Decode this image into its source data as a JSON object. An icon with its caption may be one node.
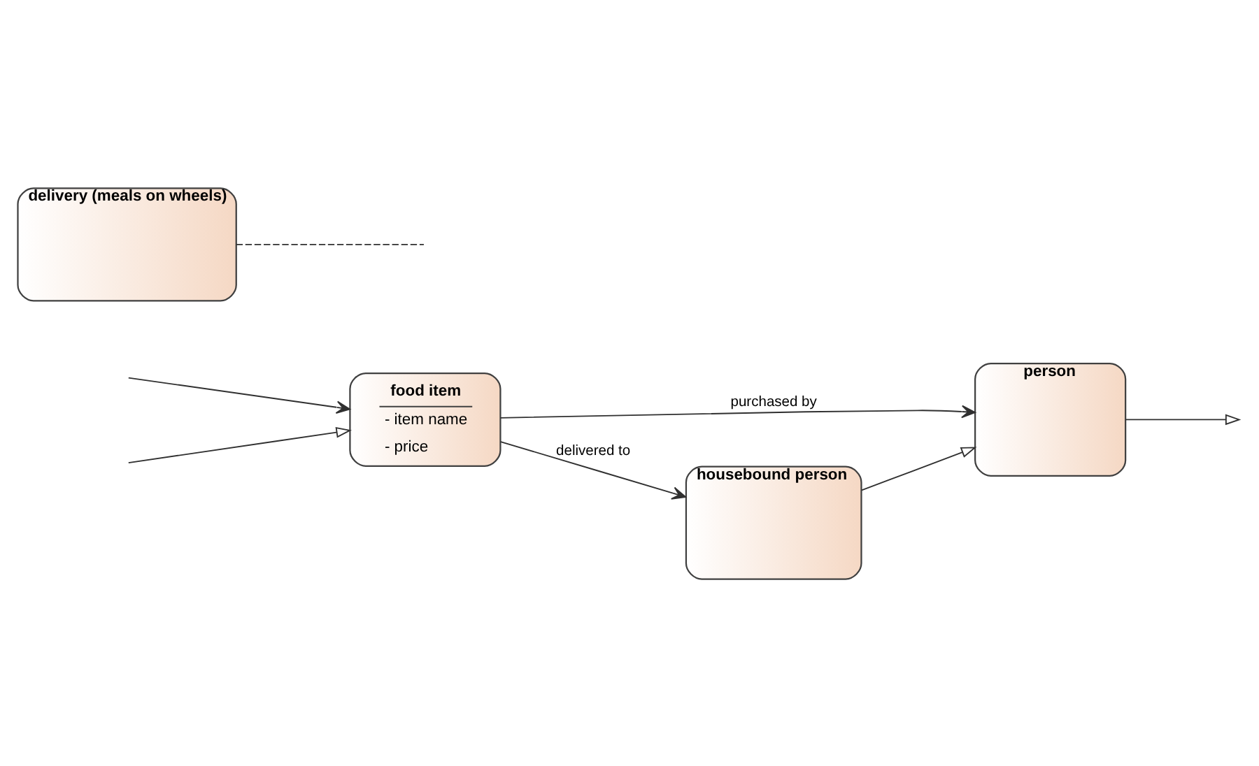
{
  "diagram": {
    "nodes": [
      {
        "text": [
          "food item",
          "- item name",
          "- price"
        ]
      },
      {
        "text": [
          "person"
        ]
      },
      {
        "text": [
          "housebound person"
        ]
      },
      {
        "text": [
          "delivery (meals on wheels)"
        ]
      }
    ],
    "edges": [
      {
        "from": null,
        "to": 0,
        "arrow": "to"
      },
      {
        "from": null,
        "to": 0,
        "arrow": "to"
      },
      {
        "from": 0,
        "to": 1,
        "arrow": "to",
        "label": "purchased by"
      },
      {
        "from": 0,
        "to": 2,
        "arrow": "to",
        "label": "delivered to"
      },
      {
        "from": 2,
        "to": 1,
        "arrow": "to"
      },
      {
        "from": 1,
        "to": null,
        "arrow": "to"
      },
      {
        "from": 3,
        "to": null,
        "arrow": "none",
        "style": "dashed"
      }
    ]
  }
}
